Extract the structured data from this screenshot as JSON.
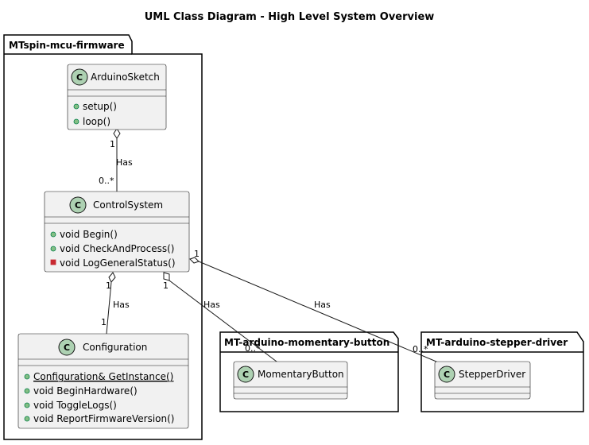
{
  "title": "UML Class Diagram - High Level System Overview",
  "colors": {
    "class_fill": "#F1F1F1",
    "class_icon": "#ADD1B2",
    "protected_marker": "#C82930",
    "public_marker": "#84BE84",
    "line": "#181818"
  },
  "packages": {
    "firmware": "MTspin-mcu-firmware",
    "button": "MT-arduino-momentary-button",
    "stepper": "MT-arduino-stepper-driver"
  },
  "classes": {
    "arduino_sketch": {
      "icon": "C",
      "name": "ArduinoSketch",
      "members": [
        "setup()",
        "loop()"
      ]
    },
    "control_system": {
      "icon": "C",
      "name": "ControlSystem",
      "members": [
        "void Begin()",
        "void CheckAndProcess()",
        "void LogGeneralStatus()"
      ]
    },
    "configuration": {
      "icon": "C",
      "name": "Configuration",
      "members": [
        "Configuration& GetInstance()",
        "void BeginHardware()",
        "void ToggleLogs()",
        "void ReportFirmwareVersion()"
      ]
    },
    "momentary_button": {
      "icon": "C",
      "name": "MomentaryButton"
    },
    "stepper_driver": {
      "icon": "C",
      "name": "StepperDriver"
    }
  },
  "relations": {
    "sketch_control": {
      "label": "Has",
      "from_mult": "1",
      "to_mult": "0..*"
    },
    "control_config": {
      "label": "Has",
      "from_mult": "1",
      "to_mult": "1"
    },
    "control_button": {
      "label": "Has",
      "from_mult": "1",
      "to_mult": "0..*"
    },
    "control_stepper": {
      "label": "Has",
      "from_mult": "1",
      "to_mult": "0..*"
    }
  }
}
